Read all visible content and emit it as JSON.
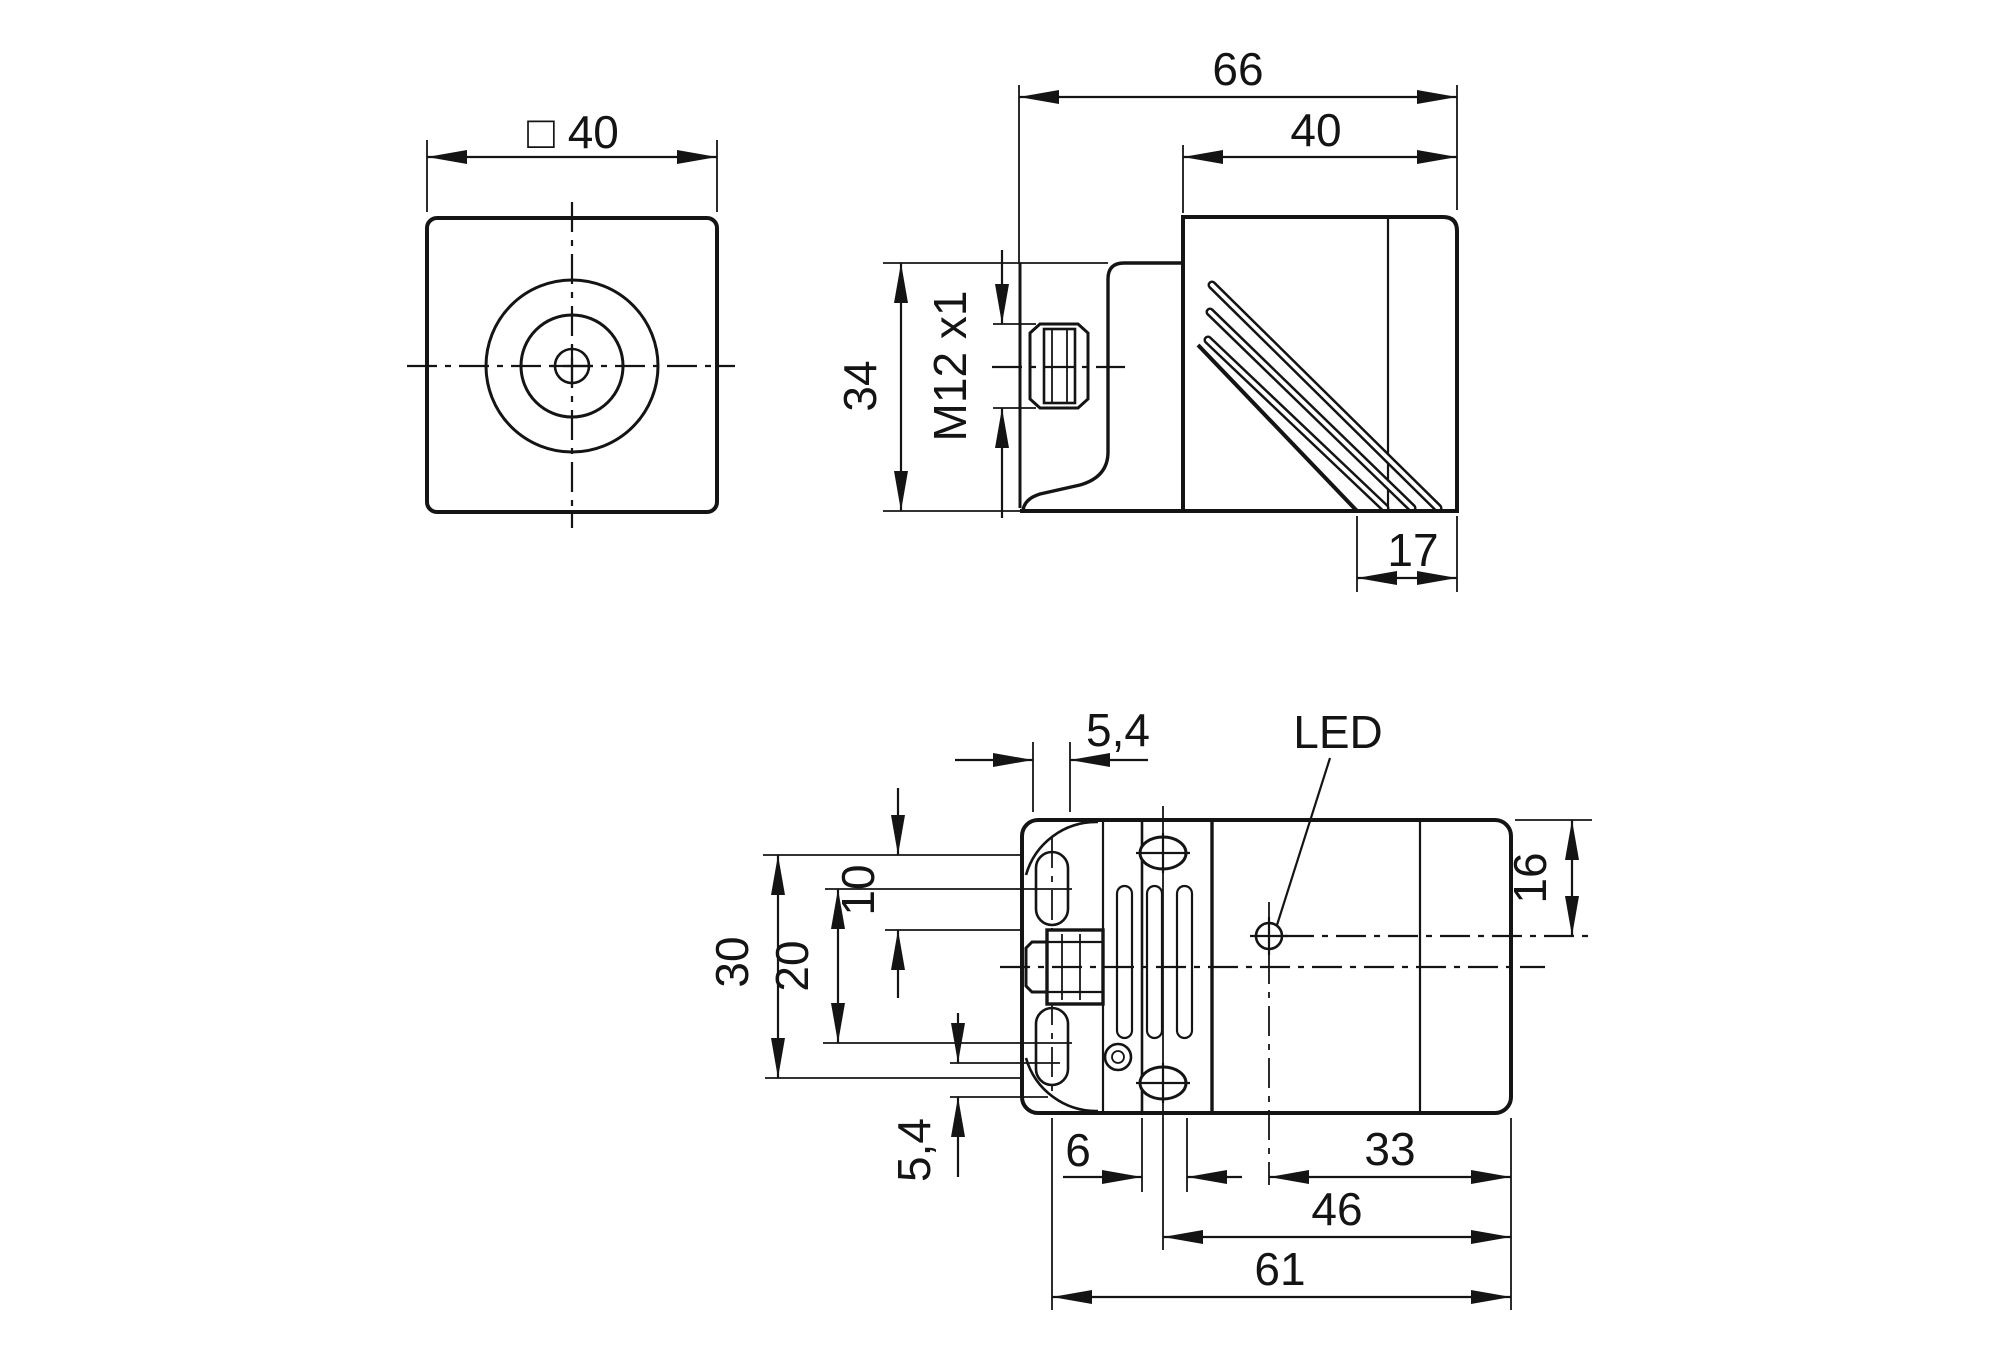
{
  "drawing_type": "technical dimension drawing - inductive sensor 40x40x66",
  "views": {
    "front_view": {
      "size_label": "□ 40"
    },
    "side_view": {
      "total_length": "66",
      "body_length": "40",
      "height": "34",
      "connector_thread": "M12 x1",
      "face_width": "17"
    },
    "top_view": {
      "slot_width": "5,4",
      "led_label": "LED",
      "slot_length": "10",
      "hole_spacing": "20",
      "hole_span": "30",
      "led_offset": "16",
      "slot_width_bottom": "5,4",
      "screw_offset": "6",
      "led_from_right": "33",
      "screw_from_right": "46",
      "housing_length": "61"
    }
  },
  "colors": {
    "line": "#141414",
    "background": "#ffffff"
  }
}
